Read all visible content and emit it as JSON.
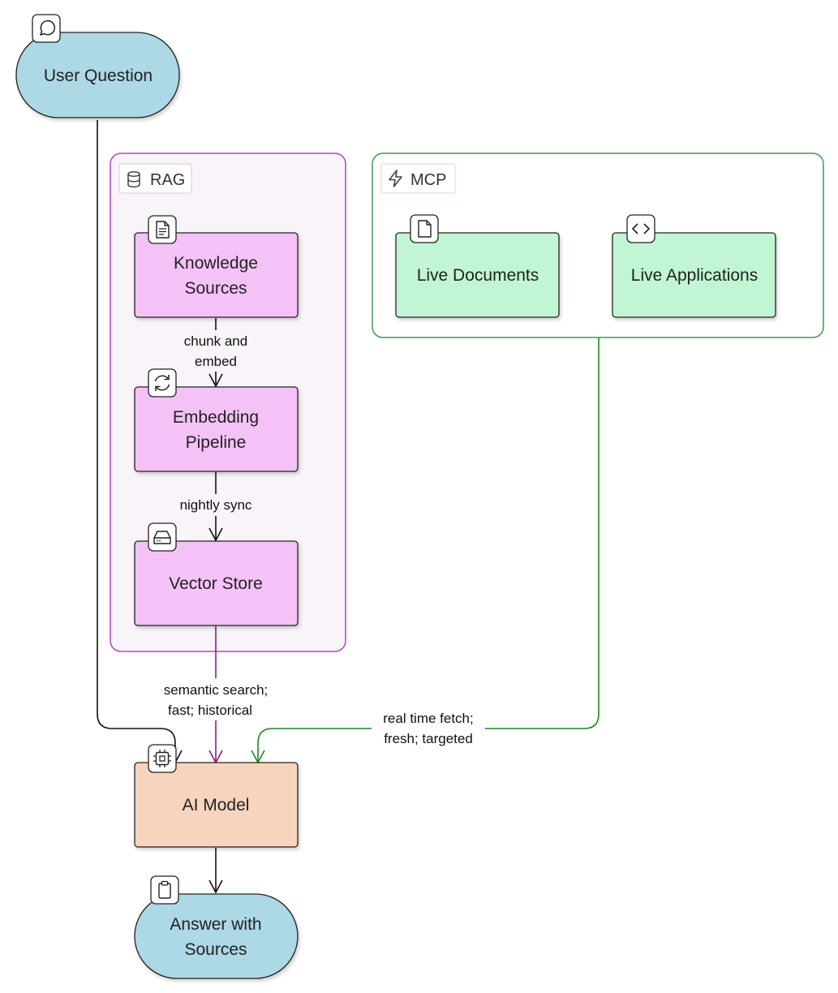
{
  "diagram": {
    "nodes": {
      "user_question": {
        "lines": [
          "User Question"
        ],
        "icon": "message-circle-icon",
        "color": "#add8e6"
      },
      "knowledge_sources": {
        "lines": [
          "Knowledge",
          "Sources"
        ],
        "icon": "file-text-icon",
        "color": "#f4c2f6"
      },
      "embedding_pipeline": {
        "lines": [
          "Embedding",
          "Pipeline"
        ],
        "icon": "refresh-icon",
        "color": "#f4c2f6"
      },
      "vector_store": {
        "lines": [
          "Vector Store"
        ],
        "icon": "hard-drive-icon",
        "color": "#f4c2f6"
      },
      "live_documents": {
        "lines": [
          "Live Documents"
        ],
        "icon": "file-icon",
        "color": "#c1f5d3"
      },
      "live_applications": {
        "lines": [
          "Live Applications"
        ],
        "icon": "code-icon",
        "color": "#c1f5d3"
      },
      "ai_model": {
        "lines": [
          "AI Model"
        ],
        "icon": "cpu-icon",
        "color": "#f7d4bd"
      },
      "answer": {
        "lines": [
          "Answer with",
          "Sources"
        ],
        "icon": "clipboard-icon",
        "color": "#add8e6"
      }
    },
    "groups": {
      "rag": {
        "title": "RAG",
        "icon": "database-icon",
        "border": "#b544c1",
        "fill": "#f9f4fa"
      },
      "mcp": {
        "title": "MCP",
        "icon": "zap-icon",
        "border": "#3f9a4f",
        "fill": "#ffffff"
      }
    },
    "edges": {
      "chunk_embed": {
        "lines": [
          "chunk and",
          "embed"
        ]
      },
      "nightly_sync": {
        "lines": [
          "nightly sync"
        ]
      },
      "semantic_search": {
        "lines": [
          "semantic search;",
          "fast; historical"
        ],
        "color": "#8a1a8a"
      },
      "real_time_fetch": {
        "lines": [
          "real time fetch;",
          "fresh; targeted"
        ],
        "color": "#1f8a1f"
      }
    }
  }
}
